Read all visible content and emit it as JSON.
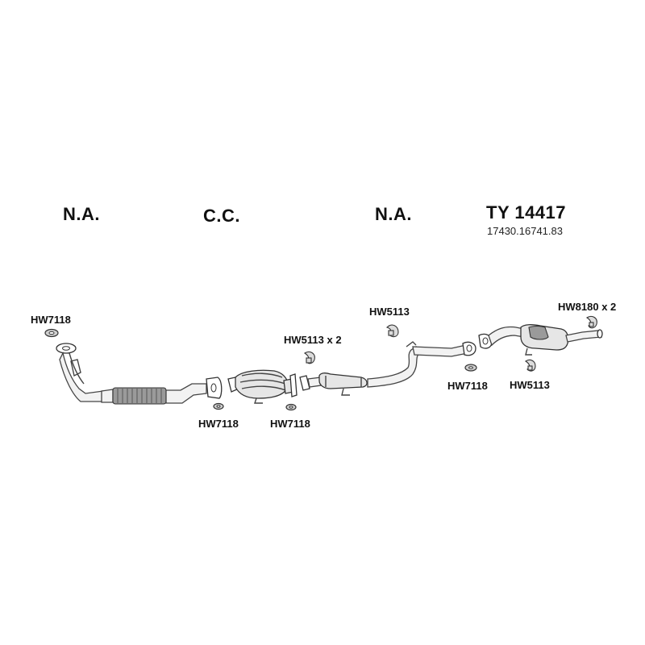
{
  "sections": [
    {
      "title": "N.A."
    },
    {
      "title": "C.C."
    },
    {
      "title": "N.A."
    },
    {
      "title": "TY 14417",
      "code": "17430.16741.83"
    }
  ],
  "callouts": [
    {
      "label": "HW7118"
    },
    {
      "label": "HW7118"
    },
    {
      "label": "HW7118"
    },
    {
      "label": "HW5113 x 2"
    },
    {
      "label": "HW5113"
    },
    {
      "label": "HW7118"
    },
    {
      "label": "HW5113"
    },
    {
      "label": "HW8180 x 2"
    }
  ],
  "colors": {
    "line": "#444444",
    "part_fill": "#e6e6e6",
    "text": "#111111"
  }
}
